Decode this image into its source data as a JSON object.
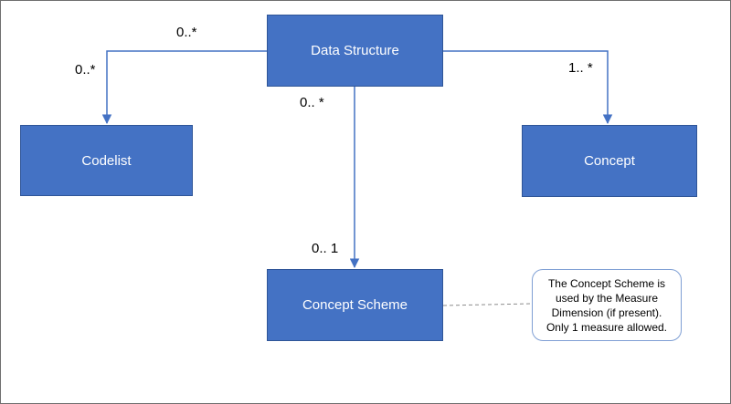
{
  "nodes": {
    "data_structure": "Data Structure",
    "codelist": "Codelist",
    "concept": "Concept",
    "concept_scheme": "Concept Scheme"
  },
  "multiplicities": {
    "codelist_source": "0..*",
    "codelist_target": "0..*",
    "concept_target": "1.. *",
    "concept_scheme_source": "0.. *",
    "concept_scheme_target": "0.. 1"
  },
  "note": {
    "text": "The Concept Scheme is\nused by the Measure\nDimension (if present).\nOnly 1 measure allowed."
  },
  "colors": {
    "box_fill": "#4472c4",
    "box_border": "#2f5597",
    "connector": "#4472c4",
    "note_border": "#7f9fd4",
    "dashed_line": "#8c8c8c"
  }
}
